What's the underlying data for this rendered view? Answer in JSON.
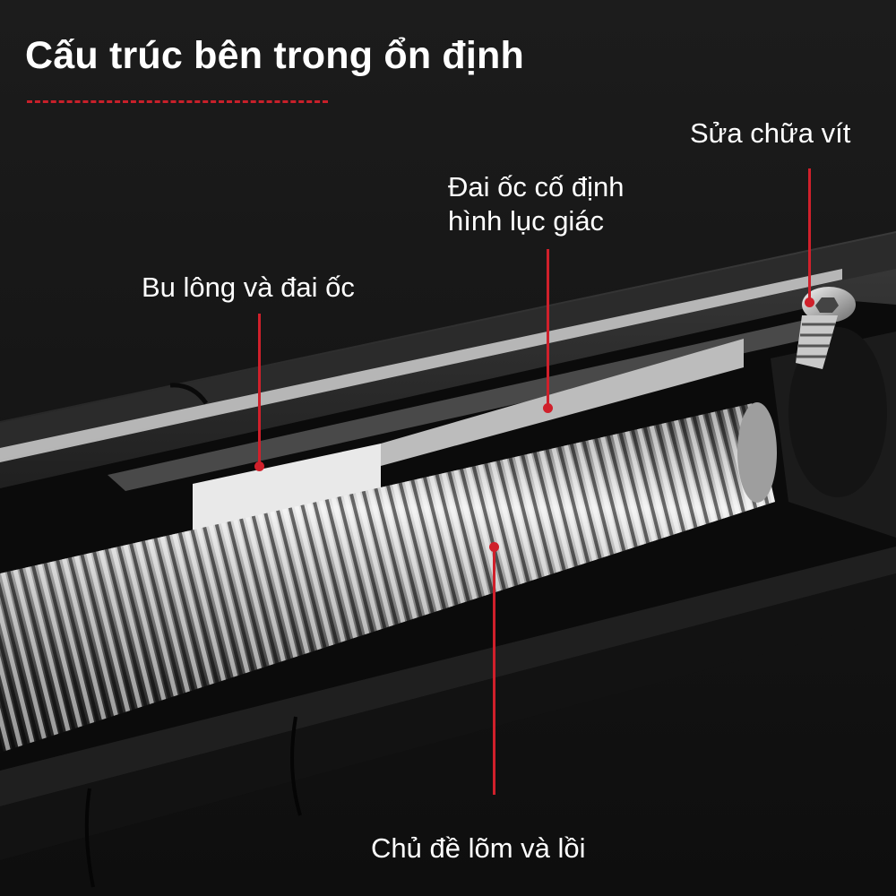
{
  "title": "Cấu trúc bên trong ổn định",
  "colors": {
    "accent": "#d0202b",
    "background": "#141414",
    "text": "#ffffff",
    "metal_light": "#e6e6e6",
    "metal_dark": "#2a2a2a"
  },
  "callouts": {
    "screw": "Sửa chữa vít",
    "hex_nut_line1": "Đai ốc cố định",
    "hex_nut_line2": "hình lục giác",
    "bolt_nut": "Bu lông và đai ốc",
    "thread": "Chủ đề lõm và lồi"
  }
}
